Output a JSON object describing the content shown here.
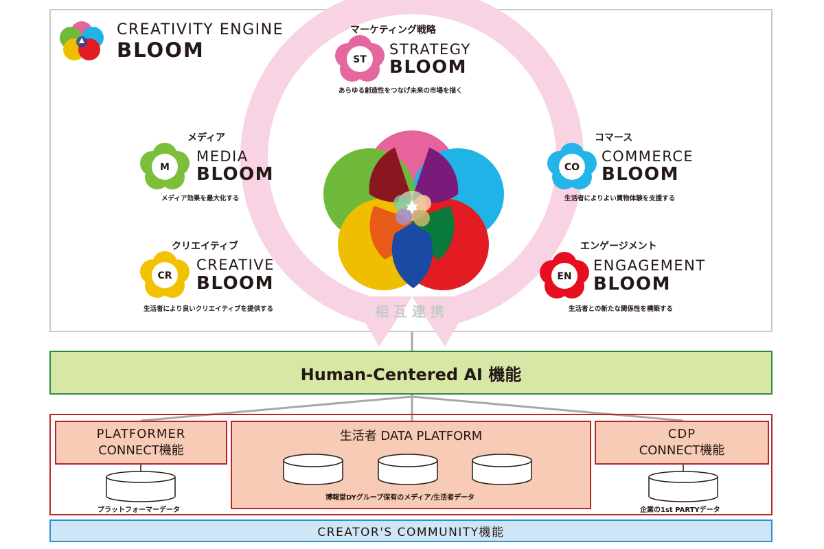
{
  "brand": {
    "line1": "CREATIVITY ENGINE",
    "line2": "BLOOM"
  },
  "center_label": "相互連携",
  "blooms": [
    {
      "id": "strategy",
      "jp": "マーケティング戦略",
      "badge": "ST",
      "line1": "STRATEGY",
      "line2": "BLOOM",
      "desc": "あらゆる創造性をつなげ未来の市場を描く",
      "color": "#e4679e"
    },
    {
      "id": "media",
      "jp": "メディア",
      "badge": "M",
      "line1": "MEDIA",
      "line2": "BLOOM",
      "desc": "メディア効果を最大化する",
      "color": "#7cbf3b"
    },
    {
      "id": "commerce",
      "jp": "コマース",
      "badge": "CO",
      "line1": "COMMERCE",
      "line2": "BLOOM",
      "desc": "生活者によりよい買物体験を支援する",
      "color": "#24b5e8"
    },
    {
      "id": "creative",
      "jp": "クリエイティブ",
      "badge": "CR",
      "line1": "CREATIVE",
      "line2": "BLOOM",
      "desc": "生活者により良いクリエイティブを提供する",
      "color": "#f2c200"
    },
    {
      "id": "engagement",
      "jp": "エンゲージメント",
      "badge": "EN",
      "line1": "ENGAGEMENT",
      "line2": "BLOOM",
      "desc": "生活者との新たな関係性を構築する",
      "color": "#e60f1f"
    }
  ],
  "ai_bar": {
    "label": "Human-Centered AI 機能"
  },
  "platform": {
    "platformer": {
      "line1": "PLATFORMER",
      "line2": "CONNECT機能",
      "db_caption": "プラットフォーマーデータ"
    },
    "data_platform": {
      "title": "生活者 DATA PLATFORM",
      "db_caption": "博報堂DYグループ保有のメディア/生活者データ"
    },
    "cdp": {
      "line1": "CDP",
      "line2": "CONNECT機能",
      "db_caption": "企業の1st PARTYデータ"
    }
  },
  "community": {
    "label": "CREATOR'S COMMUNITY機能"
  },
  "colors": {
    "pink": "#e4679e",
    "green": "#7cbf3b",
    "blue": "#24b5e8",
    "yellow": "#f2c200",
    "red": "#e60f1f",
    "ai_border": "#2e8b3e",
    "platform_border": "#b5262b",
    "community_border": "#2f8fd3"
  }
}
